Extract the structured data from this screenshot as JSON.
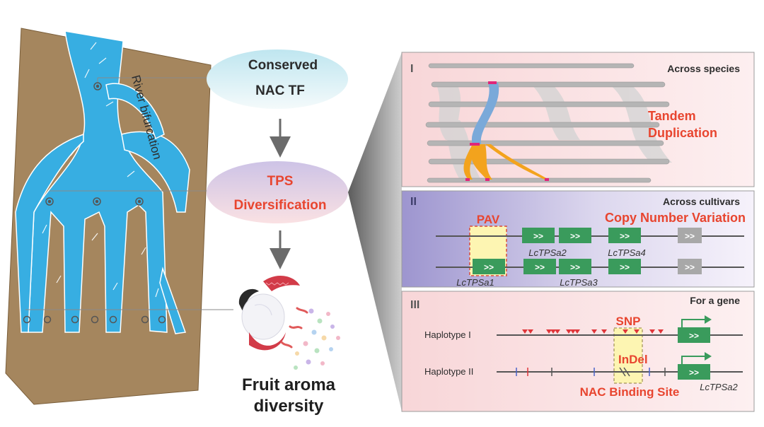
{
  "river": {
    "label": "River bifurcation",
    "ground_color": "#a5865e",
    "water_color": "#37aee2"
  },
  "flow": {
    "stage1_line1": "Conserved",
    "stage1_line2": "NAC TF",
    "stage2_line1": "TPS",
    "stage2_line2": "Diversification",
    "outcome_line1": "Fruit aroma",
    "outcome_line2": "diversity",
    "accent_color": "#e8452f"
  },
  "panels": {
    "p1": {
      "numeral": "I",
      "heading": "Across species",
      "feature": [
        "Tandem",
        "Duplication"
      ]
    },
    "p2": {
      "numeral": "II",
      "heading": "Across cultivars",
      "pav_label": "PAV",
      "cnv_label": "Copy Number Variation",
      "gene_labels": [
        "LcTPSa2",
        "LcTPSa4",
        "LcTPSa1",
        "LcTPSa3"
      ],
      "box_glyph": ">>"
    },
    "p3": {
      "numeral": "III",
      "heading": "For a gene",
      "haplotype1": "Haplotype I",
      "haplotype2": "Haplotype II",
      "snp_label": "SNP",
      "indel_label": "InDel",
      "site_label": "NAC Binding Site",
      "gene_label": "LcTPSa2",
      "box_glyph": ">>"
    }
  }
}
